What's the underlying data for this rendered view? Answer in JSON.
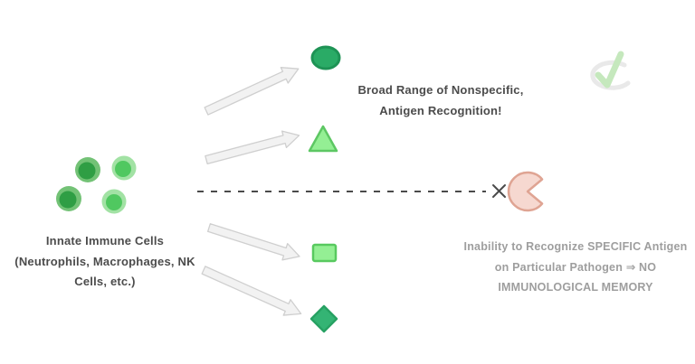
{
  "diagram": {
    "source_label": "Innate Immune Cells\n(Neutrophils, Macrophages, NK\nCells, etc.)",
    "broad_recognition_note": "Broad Range of Nonspecific,\nAntigen Recognition!",
    "no_memory_note": "Inability to Recognize SPECIFIC Antigen\non Particular Pathogen ⇒ NO\nIMMUNOLOGICAL MEMORY"
  },
  "cells": [
    {
      "tone": "dark",
      "outer": "#6cbf6f",
      "inner": "#2f9e44"
    },
    {
      "tone": "light",
      "outer": "#9de09f",
      "inner": "#50c860"
    },
    {
      "tone": "dark",
      "outer": "#6cbf6f",
      "inner": "#2f9e44"
    },
    {
      "tone": "light",
      "outer": "#9de09f",
      "inner": "#50c860"
    }
  ],
  "antigen_shapes": [
    {
      "name": "oval",
      "fill": "#2aab66",
      "stroke": "#1e9355"
    },
    {
      "name": "triangle",
      "fill": "#94ef94",
      "stroke": "#5dc763"
    },
    {
      "name": "rectangle",
      "fill": "#94ef94",
      "stroke": "#58c95f"
    },
    {
      "name": "diamond",
      "fill": "#34b474",
      "stroke": "#27a163"
    }
  ],
  "pathogen": {
    "fill": "#f6d8d0",
    "stroke": "#dfa493"
  },
  "arrow": {
    "fill": "#f2f2f2",
    "stroke": "#cfcfcf"
  },
  "dashed_line": {
    "color": "#4a4a4a"
  },
  "check_icon": {
    "check": "#c5e8bd",
    "swoosh": "#e9e9e9"
  },
  "text_colors": {
    "primary": "#4c4c4c",
    "muted": "#9e9e9e"
  }
}
